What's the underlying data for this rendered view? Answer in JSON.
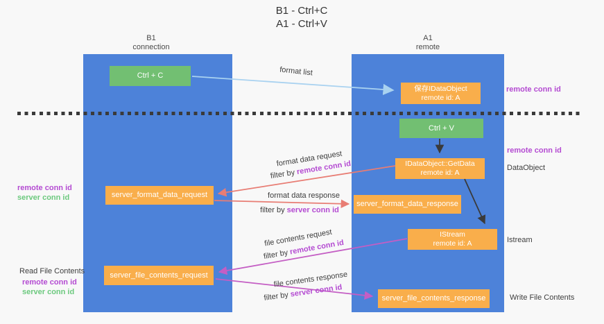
{
  "title": {
    "line1": "B1 - Ctrl+C",
    "line2": "A1 - Ctrl+V"
  },
  "lifelines": {
    "left": {
      "name": "B1",
      "role": "connection"
    },
    "right": {
      "name": "A1",
      "role": "remote"
    }
  },
  "boxes": {
    "ctrl_c": "Ctrl + C",
    "ctrl_v": "Ctrl + V",
    "save_dataobject": {
      "line1": "保存IDataObject",
      "line2": "remote id: A"
    },
    "getdata": {
      "line1": "IDataObject::GetData",
      "line2": "remote id: A"
    },
    "istream": {
      "line1": "IStream",
      "line2": "remote id: A"
    },
    "server_format_data_request": "server_format_data_request",
    "server_format_data_response": "server_format_data_response",
    "server_file_contents_request": "server_file_contents_request",
    "server_file_contents_response": "server_file_contents_response"
  },
  "arrow_labels": {
    "format_list": "format list",
    "format_data_request": "format data request",
    "format_data_response": "format data response",
    "file_contents_request": "file contents request",
    "file_contents_response": "file contents response",
    "filter_by": "filter by ",
    "remote_conn_id": "remote conn id",
    "server_conn_id": "server conn id"
  },
  "side_labels": {
    "remote_conn_id": "remote conn id",
    "server_conn_id": "server conn id",
    "dataobject": "DataObject",
    "istream": "Istream",
    "read_file_contents": "Read File Contents",
    "write_file_contents": "Write File Contents"
  },
  "colors": {
    "lifeline_blue": "#4d82d9",
    "box_green": "#72bf72",
    "box_orange": "#f9ae4b",
    "arrow_light_blue": "#a9d2f0",
    "arrow_red": "#e87d74",
    "arrow_magenta": "#c45ec4",
    "arrow_black": "#3a3a3a",
    "conn_id_purple": "#b44bd2",
    "conn_id_green": "#6cc97e"
  }
}
